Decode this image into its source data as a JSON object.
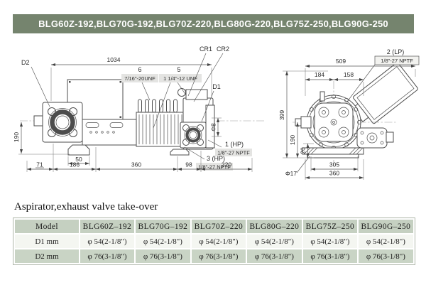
{
  "header": {
    "models": [
      "BLG60Z-192",
      "BLG70G-192",
      "BLG70Z-220",
      "BLG80G-220",
      "BLG75Z-250",
      "BLG90G-250"
    ],
    "separator": "、",
    "bg_color": "#75846e"
  },
  "drawing": {
    "side_view": {
      "label_d2": "D2",
      "dim_overall": "1034",
      "callout_6_num": "6",
      "callout_6_thread": "7/16\"-20UNF",
      "callout_5_num": "5",
      "callout_5_thread": "1 1/4\"-12 UNF",
      "label_cr1": "CR1",
      "label_cr2": "CR2",
      "label_d1": "D1",
      "dim_phi8": "Φ8",
      "port_1": "1 (HP)",
      "port_1_thread": "1/8\"-27 NPTF",
      "port_3": "3 (HP)",
      "port_3_thread": "1/8\"-27 NPTF",
      "dim_height": "190",
      "dim_foot": "50",
      "dim_chain": [
        "71",
        "186",
        "360",
        "98",
        "220"
      ]
    },
    "end_view": {
      "port_2": "2 (LP)",
      "port_2_thread": "1/8\"-27 NPTF",
      "dim_width": "509",
      "dim_184": "184",
      "dim_158": "158",
      "dim_399": "399",
      "dim_190": "190",
      "dim_20": "20",
      "dim_305": "305",
      "dim_360": "360",
      "label_phi17": "Φ17"
    }
  },
  "table": {
    "title": "Aspirator,exhaust valve take-over",
    "columns": [
      "Model",
      "BLG60Z–192",
      "BLG70G–192",
      "BLG70Z–220",
      "BLG80G–220",
      "BLG75Z–250",
      "BLG90G–250"
    ],
    "rows": [
      {
        "label": "D1 mm",
        "values": [
          "φ 54(2-1/8\")",
          "φ 54(2-1/8\")",
          "φ 54(2-1/8\")",
          "φ 54(2-1/8\")",
          "φ 54(2-1/8\")",
          "φ 54(2-1/8\")"
        ]
      },
      {
        "label": "D2 mm",
        "values": [
          "φ 76(3-1/8\")",
          "φ 76(3-1/8\")",
          "φ 76(3-1/8\")",
          "φ 76(3-1/8\")",
          "φ 76(3-1/8\")",
          "φ 76(3-1/8\")"
        ]
      }
    ],
    "colors": {
      "header_bg": "#c5d0c1",
      "row_bg": "#f4f6f1",
      "row_alt_bg": "#c9d4c5"
    }
  }
}
